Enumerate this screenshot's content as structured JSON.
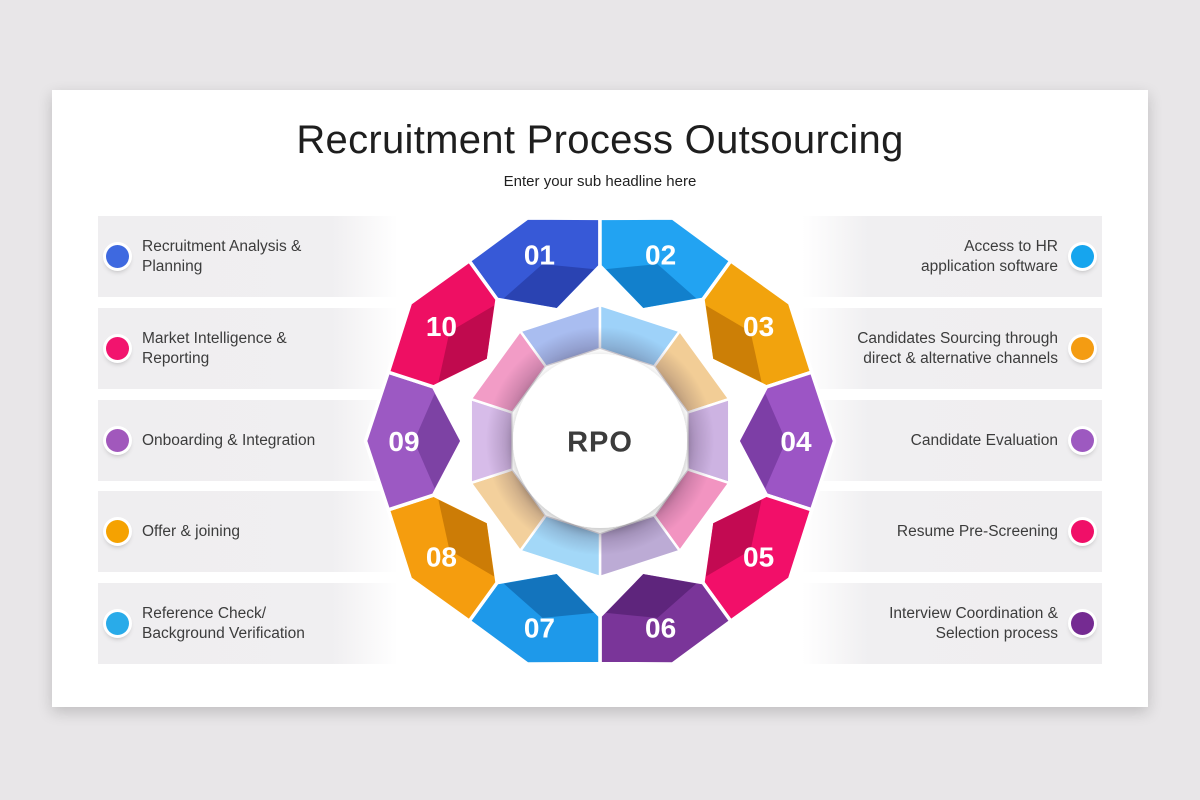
{
  "slide": {
    "title": "Recruitment Process Outsourcing",
    "subtitle": "Enter your sub headline here",
    "center_label": "RPO"
  },
  "left_items": [
    {
      "lines": [
        "Recruitment Analysis &",
        "Planning"
      ],
      "dot_color": "#3e69e0"
    },
    {
      "lines": [
        "Market Intelligence &",
        "Reporting"
      ],
      "dot_color": "#f2146e"
    },
    {
      "lines": [
        "Onboarding & Integration"
      ],
      "dot_color": "#a158bc"
    },
    {
      "lines": [
        "Offer & joining"
      ],
      "dot_color": "#f5a201"
    },
    {
      "lines": [
        "Reference Check/",
        "Background Verification"
      ],
      "dot_color": "#29abe9"
    }
  ],
  "right_items": [
    {
      "lines": [
        "Access to HR",
        "application software"
      ],
      "dot_color": "#16a5ee"
    },
    {
      "lines": [
        "Candidates Sourcing through",
        "direct & alternative channels"
      ],
      "dot_color": "#f49c12"
    },
    {
      "lines": [
        "Candidate Evaluation"
      ],
      "dot_color": "#9d59c0"
    },
    {
      "lines": [
        "Resume Pre-Screening"
      ],
      "dot_color": "#f00f68"
    },
    {
      "lines": [
        "Interview Coordination &",
        "Selection process"
      ],
      "dot_color": "#752b92"
    }
  ],
  "segments": [
    {
      "number": "01",
      "color": "#3759d7",
      "bevel_color": "#2a43b2",
      "ring_color": "#a9bdf0"
    },
    {
      "number": "02",
      "color": "#22a3f2",
      "bevel_color": "#1280cc",
      "ring_color": "#9ed2f9"
    },
    {
      "number": "03",
      "color": "#f2a30d",
      "bevel_color": "#cc7f06",
      "ring_color": "#f2cd96"
    },
    {
      "number": "04",
      "color": "#9c55c5",
      "bevel_color": "#7d3ea6",
      "ring_color": "#cdb3e2"
    },
    {
      "number": "05",
      "color": "#f20f69",
      "bevel_color": "#c30a52",
      "ring_color": "#f294c1"
    },
    {
      "number": "06",
      "color": "#7a3599",
      "bevel_color": "#5e257c",
      "ring_color": "#bcabd5"
    },
    {
      "number": "07",
      "color": "#1e99ea",
      "bevel_color": "#1374bd",
      "ring_color": "#a3d8f8"
    },
    {
      "number": "08",
      "color": "#f59d0e",
      "bevel_color": "#cc7c06",
      "ring_color": "#f3d09c"
    },
    {
      "number": "09",
      "color": "#9c59c3",
      "bevel_color": "#7d42a4",
      "ring_color": "#d7bce9"
    },
    {
      "number": "10",
      "color": "#ee0f63",
      "bevel_color": "#c00a4e",
      "ring_color": "#f29cc6"
    }
  ],
  "colors": {
    "page_background": "#e8e6e8",
    "card_background": "#ffffff",
    "row_bar": "#efeef0",
    "number_text": "#ffffff",
    "center_text": "#3c3c3c"
  }
}
